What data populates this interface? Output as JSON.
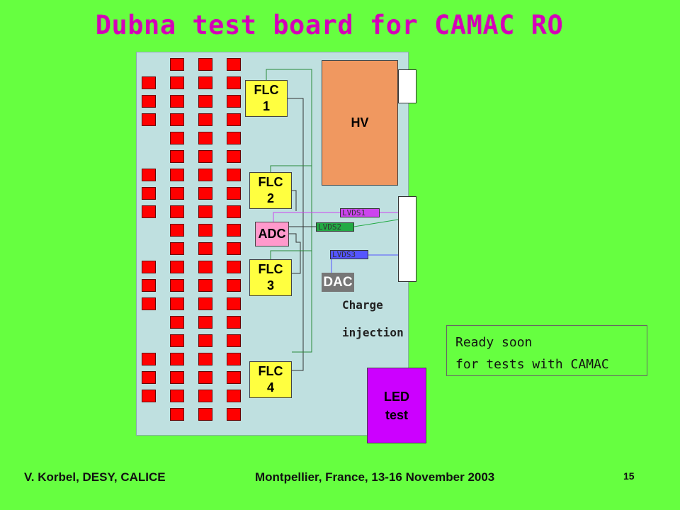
{
  "title": "Dubna test board for CAMAC RO",
  "chips": {
    "flc1": "FLC\n1",
    "flc2": "FLC\n2",
    "flc3": "FLC\n3",
    "flc4": "FLC\n4",
    "adc": "ADC",
    "hv": "HV",
    "dac": "DAC",
    "led": "LED\ntest"
  },
  "lvds": {
    "lvds1": "LVDS1",
    "lvds2": "LVDS2",
    "lvds3": "LVDS3"
  },
  "colors": {
    "background": "#66ff40",
    "title": "#d400b8",
    "pad": "#ff0000",
    "flc": "#ffff40",
    "adc": "#ff99cc",
    "hv": "#f09860",
    "led": "#cc00ff",
    "lvds1": "#cc44ee",
    "lvds2": "#22aa44",
    "lvds3": "#5555ff"
  },
  "notes": {
    "charge": "Charge",
    "injection": "injection"
  },
  "ready": {
    "line1": "Ready soon",
    "line2": "for tests with CAMAC"
  },
  "footer": {
    "author": "V. Korbel, DESY, CALICE",
    "event": "Montpellier, France, 13-16 November 2003",
    "page": "15"
  }
}
